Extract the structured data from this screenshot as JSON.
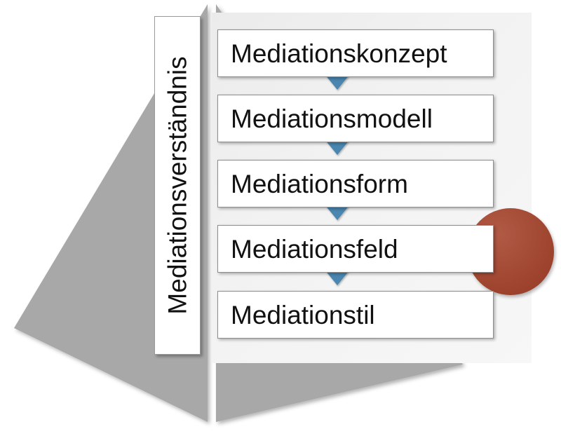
{
  "diagram": {
    "title": "Mediationsverständnis",
    "vertical_label": "Mediationsverständnis",
    "background_shape": "gray-pyramid",
    "colors": {
      "pyramid_gray": "#a8a8a8",
      "panel_light": "#f2f2f2",
      "box_fill": "#ffffff",
      "box_border": "#8d8d8d",
      "text": "#111111",
      "arrow_blue": "#4a86b0",
      "circle_red": "#a8472f"
    },
    "stages": [
      {
        "label": "Mediationskonzept"
      },
      {
        "label": "Mediationsmodell"
      },
      {
        "label": "Mediationsform"
      },
      {
        "label": "Mediationsfeld"
      },
      {
        "label": "Mediationstil"
      }
    ],
    "arrows": [
      {
        "from": "Mediationskonzept",
        "to": "Mediationsmodell",
        "glyph": "down-triangle"
      },
      {
        "from": "Mediationsmodell",
        "to": "Mediationsform",
        "glyph": "down-triangle"
      },
      {
        "from": "Mediationsform",
        "to": "Mediationsfeld",
        "glyph": "down-triangle"
      },
      {
        "from": "Mediationsfeld",
        "to": "Mediationstil",
        "glyph": "down-triangle"
      }
    ],
    "marker": {
      "name": "red-circle-highlight",
      "target": "Mediationsfeld"
    }
  }
}
